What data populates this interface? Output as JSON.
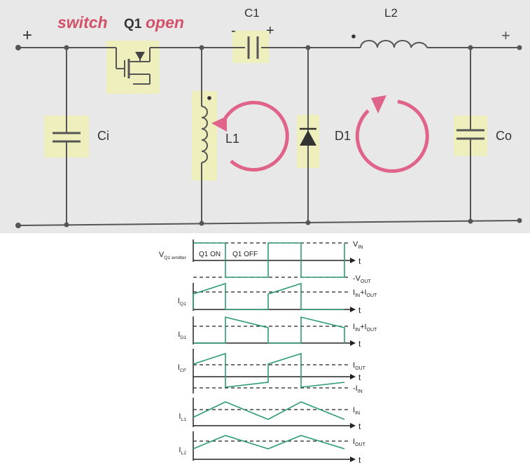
{
  "circuit": {
    "title_switch": "switch",
    "title_q1": "Q1",
    "title_open": "open",
    "plus_left": "+",
    "plus_right": "+",
    "c1_label": "C1",
    "c1_minus": "-",
    "c1_plus": "+",
    "l2_label": "L2",
    "ci_label": "Ci",
    "l1_label": "L1",
    "d1_label": "D1",
    "co_label": "Co",
    "colors": {
      "highlight": "#eef0b4",
      "loop": "#e0648a",
      "title_red": "#d25068",
      "wire": "#555555",
      "panel": "#e8e8e8"
    }
  },
  "waveforms": {
    "state_on": "Q1 ON",
    "state_off": "Q1 OFF",
    "colors": {
      "trace": "#2e9a78",
      "axis": "#222222"
    },
    "panels": [
      {
        "label_main": "V",
        "label_sub": "Q1 emitter",
        "right_labels": [
          {
            "main": "V",
            "sub": "IN"
          },
          {
            "main": "-V",
            "sub": "OUT"
          }
        ],
        "t_label": "t"
      },
      {
        "label_main": "I",
        "label_sub": "Q1",
        "right_labels": [
          {
            "main": "I",
            "sub": "IN",
            "extra_main": "+I",
            "extra_sub": "OUT"
          }
        ],
        "t_label": "t"
      },
      {
        "label_main": "I",
        "label_sub": "D1",
        "right_labels": [
          {
            "main": "I",
            "sub": "IN",
            "extra_main": "+I",
            "extra_sub": "OUT"
          }
        ],
        "t_label": "t"
      },
      {
        "label_main": "I",
        "label_sub": "CF",
        "right_labels": [
          {
            "main": "I",
            "sub": "OUT"
          },
          {
            "main": "-I",
            "sub": "IN"
          }
        ],
        "t_label": "t"
      },
      {
        "label_main": "I",
        "label_sub": "L1",
        "right_labels": [
          {
            "main": "I",
            "sub": "IN"
          }
        ],
        "t_label": "t"
      },
      {
        "label_main": "I",
        "label_sub": "L2",
        "right_labels": [
          {
            "main": "I",
            "sub": "OUT"
          }
        ],
        "t_label": "t"
      }
    ]
  }
}
